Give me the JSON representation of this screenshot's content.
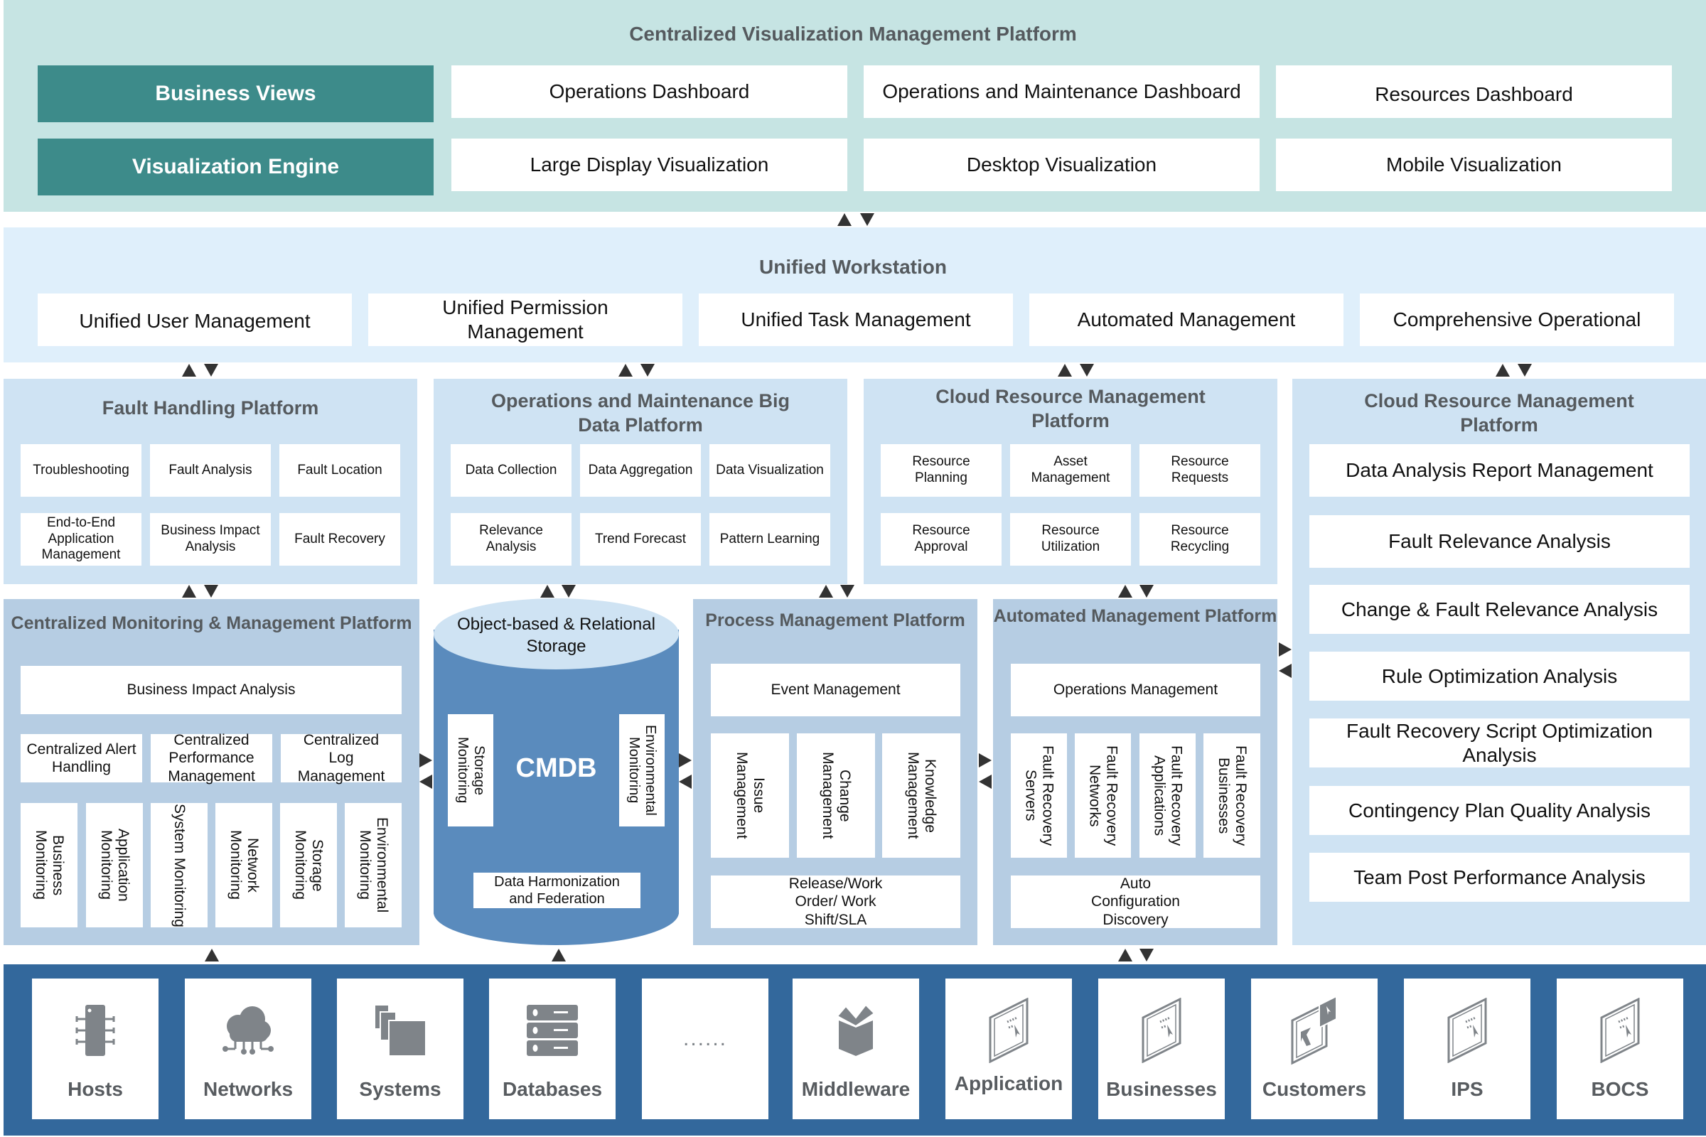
{
  "visualization_platform": {
    "title": "Centralized Visualization Management Platform",
    "row1": {
      "header": "Business Views",
      "items": [
        "Operations Dashboard",
        "Operations and Maintenance Dashboard",
        "Resources Dashboard"
      ]
    },
    "row2": {
      "header": "Visualization Engine",
      "items": [
        "Large Display Visualization",
        "Desktop Visualization",
        "Mobile Visualization"
      ]
    },
    "colors": {
      "band": "#c6e4e3",
      "header": "#3d8b8a"
    }
  },
  "workstation": {
    "title": "Unified Workstation",
    "items": [
      "Unified User Management",
      "Unified Permission Management",
      "Unified Task Management",
      "Automated Management",
      "Comprehensive Operational"
    ]
  },
  "fault_handling": {
    "title": "Fault Handling Platform",
    "items": [
      "Troubleshooting",
      "Fault Analysis",
      "Fault Location",
      "End-to-End Application Management",
      "Business Impact Analysis",
      "Fault Recovery"
    ]
  },
  "big_data": {
    "title": "Operations and Maintenance Big Data Platform",
    "items": [
      "Data Collection",
      "Data Aggregation",
      "Data Visualization",
      "Relevance Analysis",
      "Trend Forecast",
      "Pattern Learning"
    ]
  },
  "cloud_resource": {
    "title": "Cloud Resource Management Platform",
    "items": [
      "Resource Planning",
      "Asset Management",
      "Resource Requests",
      "Resource Approval",
      "Resource Utilization",
      "Resource Recycling"
    ]
  },
  "cloud_resource_analysis": {
    "title": "Cloud Resource Management Platform",
    "items": [
      "Data Analysis Report Management",
      "Fault Relevance Analysis",
      "Change & Fault Relevance Analysis",
      "Rule Optimization Analysis",
      "Fault Recovery Script Optimization Analysis",
      "Contingency Plan Quality Analysis",
      "Team Post Performance Analysis"
    ]
  },
  "monitoring": {
    "title": "Centralized Monitoring & Management Platform",
    "top_item": "Business Impact Analysis",
    "middle_items": [
      "Centralized Alert Handling",
      "Centralized Performance Management",
      "Centralized Log Management"
    ],
    "vertical_items": [
      "Business Monitoring",
      "Application Monitoring",
      "System Monitoring",
      "Network Monitoring",
      "Storage Monitoring",
      "Environmental Monitoring"
    ]
  },
  "cmdb": {
    "top_label": "Object-based & Relational Storage",
    "label": "CMDB",
    "left_item": "Storage Monitoring",
    "right_item": "Environmental Monitoring",
    "bottom_item": "Data Harmonization and Federation",
    "color": "#5a8bbd"
  },
  "process": {
    "title": "Process Management Platform",
    "top_item": "Event Management",
    "vertical_items": [
      "Issue Management",
      "Change Management",
      "Knowledge Management"
    ],
    "bottom_item": "Release/Work Order/ Work Shift/SLA"
  },
  "automated": {
    "title": "Automated Management Platform",
    "top_item": "Operations Management",
    "vertical_items": [
      "Fault Recovery Servers",
      "Fault Recovery Networks",
      "Fault Recovery Applications",
      "Fault Recovery Businesses"
    ],
    "bottom_item": "Auto Configuration Discovery"
  },
  "resources": {
    "color": "#33689c",
    "items": [
      {
        "label": "Hosts",
        "icon": "chip-icon"
      },
      {
        "label": "Networks",
        "icon": "cloud-network-icon"
      },
      {
        "label": "Systems",
        "icon": "stacked-pages-icon"
      },
      {
        "label": "Databases",
        "icon": "database-server-icon"
      },
      {
        "label": "......",
        "icon": "ellipsis-icon"
      },
      {
        "label": "Middleware",
        "icon": "box-icon"
      },
      {
        "label": "Application",
        "icon": "app-window-icon"
      },
      {
        "label": "Businesses",
        "icon": "app-window-icon"
      },
      {
        "label": "Customers",
        "icon": "customer-window-icon"
      },
      {
        "label": "IPS",
        "icon": "app-window-icon"
      },
      {
        "label": "BOCS",
        "icon": "app-window-icon"
      }
    ]
  }
}
